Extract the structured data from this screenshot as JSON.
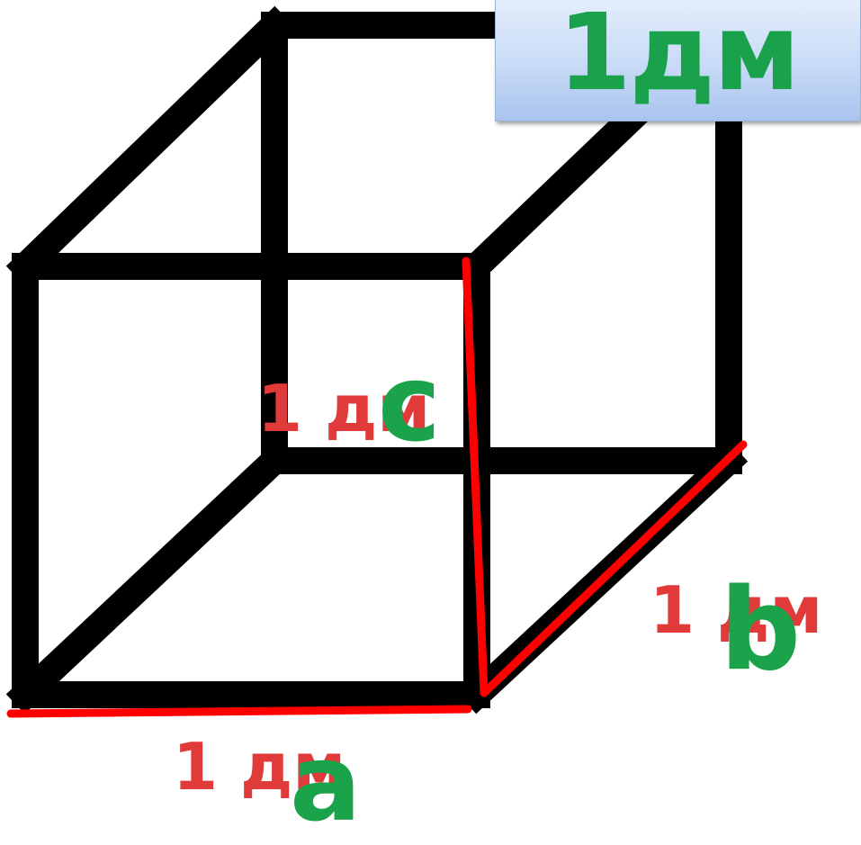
{
  "title": {
    "text": "1дм"
  },
  "edges": {
    "c": {
      "measure": "1 дм",
      "letter": "c"
    },
    "b": {
      "measure": "1 дм",
      "letter": "b"
    },
    "a": {
      "measure": "1 дм",
      "letter": "a"
    }
  },
  "colors": {
    "cube_edge": "#000000",
    "highlight": "#ff0000",
    "measure_text": "#e03a3a",
    "letter_text": "#1aa34a",
    "title_text": "#19a14b"
  }
}
